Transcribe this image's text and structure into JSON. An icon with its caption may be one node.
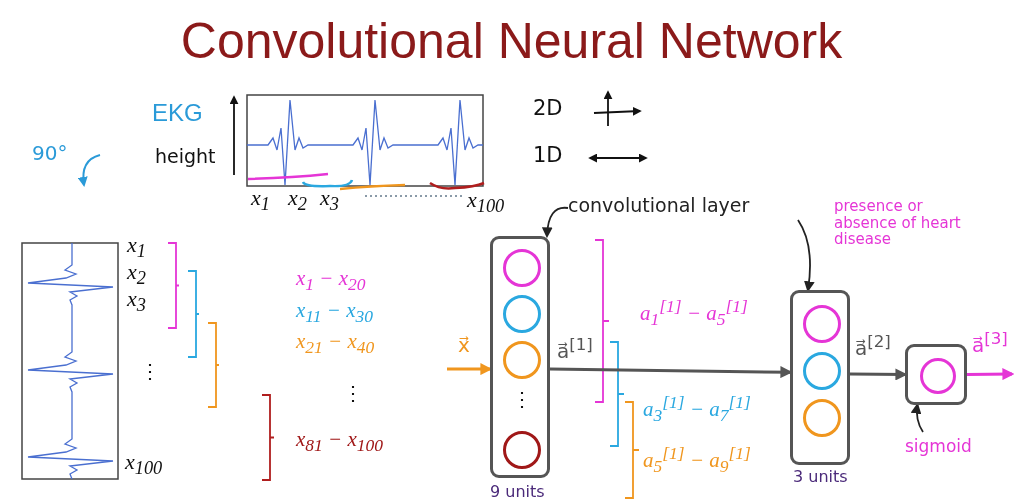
{
  "diagram": {
    "title": "Convolutional Neural Network",
    "nodes": [
      {
        "text": [],
        "shape": "box",
        "beside": [
          "9 units"
        ]
      },
      {
        "text": [],
        "shape": "circle",
        "in": 0
      },
      {
        "text": [],
        "shape": "circle",
        "in": 0
      },
      {
        "text": [],
        "shape": "circle",
        "in": 0
      },
      {
        "text": [],
        "shape": "circle",
        "in": 0
      },
      {
        "text": [],
        "shape": "box",
        "beside": [
          "3 units"
        ]
      },
      {
        "text": [],
        "shape": "circle",
        "in": 5
      },
      {
        "text": [],
        "shape": "circle",
        "in": 5
      },
      {
        "text": [],
        "shape": "circle",
        "in": 5
      },
      {
        "text": [],
        "shape": "box"
      },
      {
        "text": [],
        "shape": "circle",
        "in": 9
      },
      {
        "text": [
          "convolutional layer"
        ]
      },
      {
        "text": [
          "sigmoid"
        ]
      }
    ],
    "edges": [
      {
        "from": null,
        "to": 0,
        "arrow": "to",
        "label": "x⃗",
        "color": "#f0961e"
      },
      {
        "from": 0,
        "to": 5,
        "arrow": "to",
        "label": "a⃗$^{[1]}$"
      },
      {
        "from": 5,
        "to": 9,
        "arrow": "to",
        "label": "a⃗$^{[2]}$"
      },
      {
        "from": 9,
        "to": null,
        "arrow": "to",
        "label": "a⃗$^{[3]}$",
        "color": "#e535d6"
      },
      {
        "from": 11,
        "to": 0,
        "arrow": "to"
      },
      {
        "from": 11,
        "to": 5,
        "arrow": "to"
      },
      {
        "from": 12,
        "to": 9,
        "arrow": "to"
      }
    ],
    "labels": [
      "EKG",
      "90°",
      "height",
      "2D",
      "1D",
      "x$_{1}$",
      "x$_{2}$",
      "x$_{3}$",
      "x$_{100}$",
      "x$_{1}$",
      "x$_{2}$",
      "x$_{3}$",
      "⋮",
      "x$_{100}$",
      "x$_{1}$ − x$_{20}$",
      "x$_{11}$ − x$_{30}$",
      "x$_{21}$ − x$_{40}$",
      "⋮",
      "x$_{81}$ − x$_{100}$",
      "⋮",
      "presence or absence of heart disease",
      "a$_{1}$$^{[1]}$ − a$_{5}$$^{[1]}$",
      "a$_{3}$$^{[1]}$ − a$_{7}$$^{[1]}$",
      "a$_{5}$$^{[1]}$ − a$_{9}$$^{[1]}$"
    ]
  }
}
